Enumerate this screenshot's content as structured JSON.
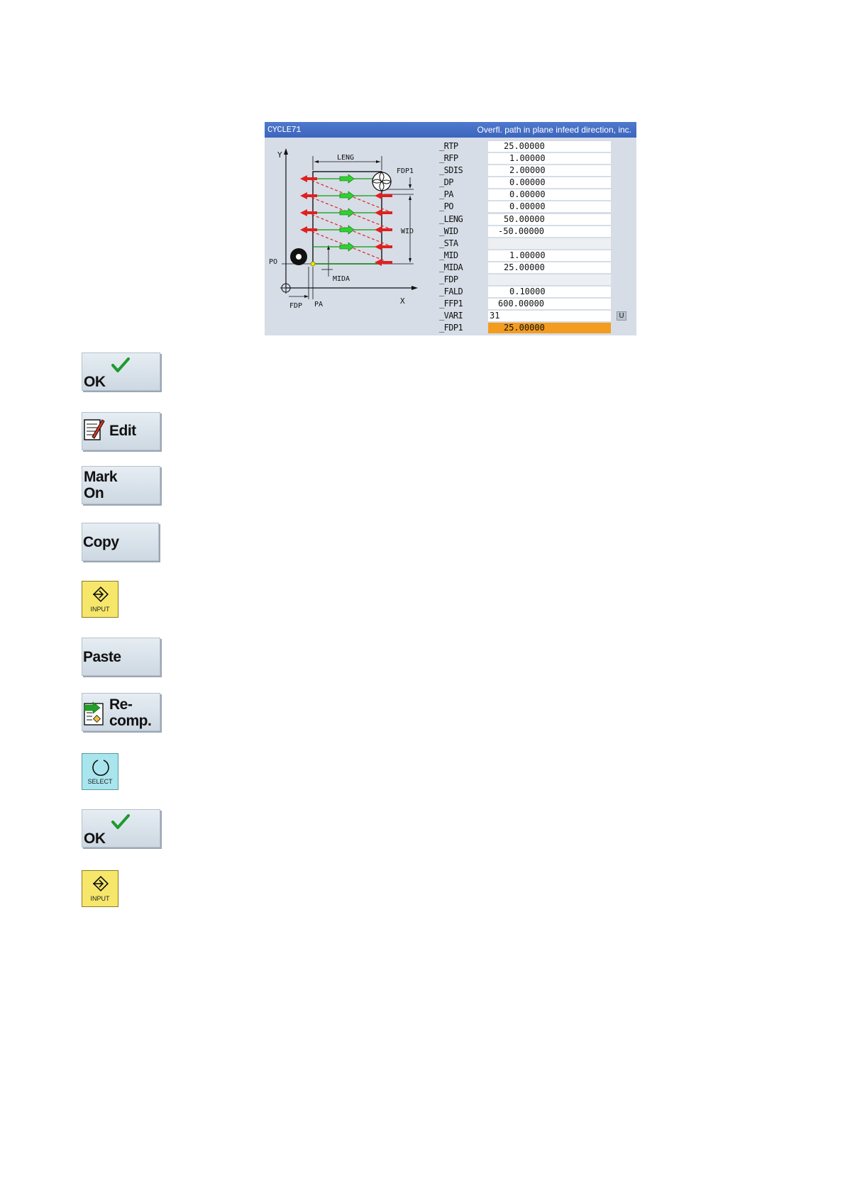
{
  "dialog": {
    "title_left": "CYCLE71",
    "title_right": "Overfl. path in plane infeed direction, inc.",
    "sketch_labels": {
      "y_axis": "Y",
      "x_axis": "X",
      "leng": "LENG",
      "fdp1": "FDP1",
      "wid": "WID",
      "po": "PO",
      "mida": "MIDA",
      "fdp": "FDP",
      "pa": "PA"
    },
    "params": [
      {
        "label": "_RTP",
        "value": "25.00000"
      },
      {
        "label": "_RFP",
        "value": "1.00000"
      },
      {
        "label": "_SDIS",
        "value": "2.00000"
      },
      {
        "label": "_DP",
        "value": "0.00000"
      },
      {
        "label": "_PA",
        "value": "0.00000"
      },
      {
        "label": "_PO",
        "value": "0.00000"
      },
      {
        "label": "_LENG",
        "value": "50.00000"
      },
      {
        "label": "_WID",
        "value": "-50.00000"
      },
      {
        "label": "_STA",
        "value": ""
      },
      {
        "label": "_MID",
        "value": "1.00000"
      },
      {
        "label": "_MIDA",
        "value": "25.00000"
      },
      {
        "label": "_FDP",
        "value": ""
      },
      {
        "label": "_FALD",
        "value": "0.10000"
      },
      {
        "label": "_FFP1",
        "value": "600.00000"
      },
      {
        "label": "_VARI",
        "value": "31"
      },
      {
        "label": "_FDP1",
        "value": "25.00000"
      }
    ],
    "vari_select_icon": "U"
  },
  "softkeys": {
    "ok_1": "OK",
    "edit": "Edit",
    "mark_on_line1": "Mark",
    "mark_on_line2": "On",
    "copy": "Copy",
    "input_1": "INPUT",
    "paste": "Paste",
    "recomp_line1": "Re-",
    "recomp_line2": "comp.",
    "select": "SELECT",
    "ok_2": "OK",
    "input_2": "INPUT"
  },
  "colors": {
    "title_bar": "#4372c8",
    "dialog_bg": "#d6dde6",
    "active_field": "#f39c1f",
    "input_key": "#f6e76b",
    "select_key": "#a9e5ec",
    "ok_check": "#1f9a2e"
  }
}
